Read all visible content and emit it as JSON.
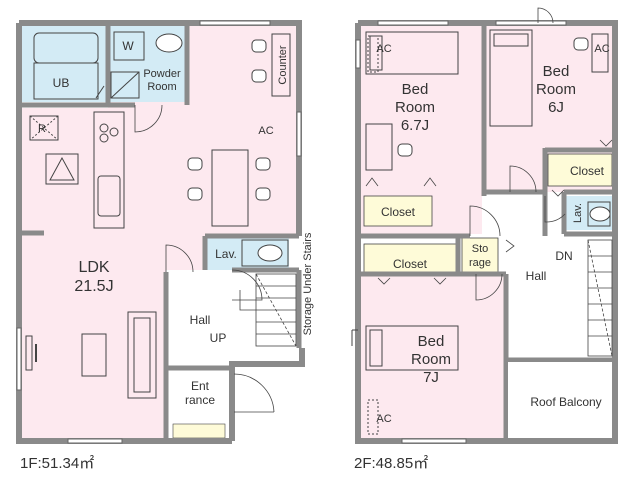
{
  "floor1": {
    "area_label": "1F:51.34㎡",
    "rooms": {
      "ub": "UB",
      "w": "W",
      "powder_line1": "Powder",
      "powder_line2": "Room",
      "counter": "Counter",
      "refrigerator": "R",
      "ac": "AC",
      "ldk_line1": "LDK",
      "ldk_line2": "21.5J",
      "lav": "Lav.",
      "hall": "Hall",
      "up": "UP",
      "storage_under_stairs": "Storage Under Stairs",
      "entrance_line1": "Ent",
      "entrance_line2": "rance"
    }
  },
  "floor2": {
    "area_label": "2F:48.85㎡",
    "rooms": {
      "bed1_ac": "AC",
      "bed1_line1": "Bed",
      "bed1_line2": "Room",
      "bed1_size": "6.7J",
      "bed2_ac": "AC",
      "bed2_line1": "Bed",
      "bed2_line2": "Room",
      "bed2_size": "6J",
      "closet_a": "Closet",
      "closet_b": "Closet",
      "closet_c": "Closet",
      "storage_line1": "Sto",
      "storage_line2": "rage",
      "lav": "Lav.",
      "dn": "DN",
      "hall": "Hall",
      "bed3_line1": "Bed",
      "bed3_line2": "Room",
      "bed3_size": "7J",
      "bed3_ac": "AC",
      "roof_balcony": "Roof Balcony"
    }
  },
  "colors": {
    "wall": "#8a8a8a",
    "room_pink": "#fde9ef",
    "bath_blue": "#d3ebf5",
    "closet_yellow": "#fefbd8",
    "line": "#444444"
  }
}
